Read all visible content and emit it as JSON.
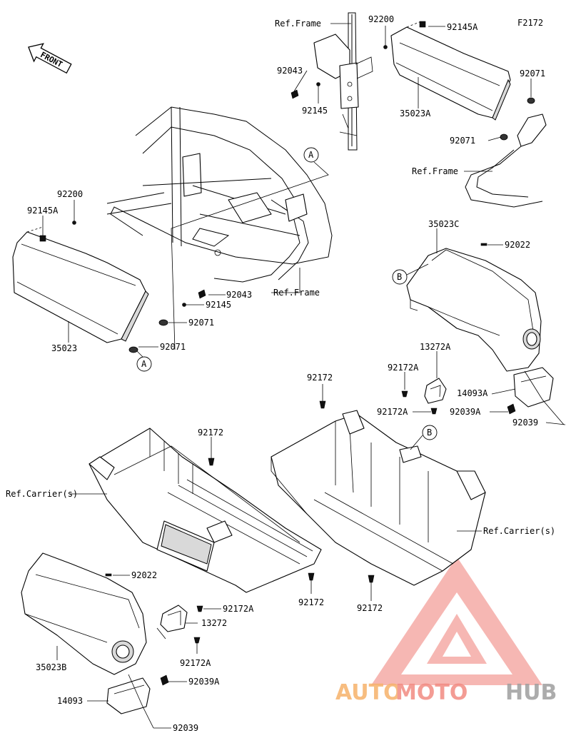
{
  "diagram_code": "F2172",
  "front_label": "FRONT",
  "callout_a": "A",
  "callout_b": "B",
  "labels": {
    "ref_frame_1": "Ref.Frame",
    "p92200_1": "92200",
    "p92145A_1": "92145A",
    "p92043_1": "92043",
    "p92145_1": "92145",
    "p35023A": "35023A",
    "p92071_1": "92071",
    "p92071_2": "92071",
    "ref_frame_2": "Ref.Frame",
    "p92200_2": "92200",
    "p92145A_2": "92145A",
    "ref_frame_3": "Ref.Frame",
    "p92043_2": "92043",
    "p92145_2": "92145",
    "p92071_3": "92071",
    "p35023": "35023",
    "p92071_4": "92071",
    "p35023C": "35023C",
    "p92022_1": "92022",
    "p13272A": "13272A",
    "p92172A_1": "92172A",
    "p14093A": "14093A",
    "p92172A_2": "92172A",
    "p92039A_1": "92039A",
    "p92039_1": "92039",
    "p92172_1": "92172",
    "p92172_2": "92172",
    "ref_carrier_1": "Ref.Carrier(s)",
    "ref_carrier_2": "Ref.Carrier(s)",
    "p92172_3": "92172",
    "p92172_4": "92172",
    "p92022_2": "92022",
    "p92172A_3": "92172A",
    "p13272": "13272",
    "p35023B": "35023B",
    "p92172A_4": "92172A",
    "p92039A_2": "92039A",
    "p14093": "14093",
    "p92039_2": "92039"
  },
  "watermark": {
    "auto": "AUTO",
    "moto": "MOTO",
    "hub": "HUB",
    "colors": {
      "auto": "#f6b26b",
      "moto": "#f28b82",
      "hub": "#9e9e9e",
      "triangle": "#f4a09a"
    }
  }
}
